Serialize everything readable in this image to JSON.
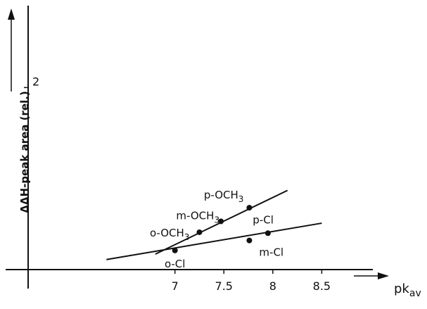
{
  "chart_data": {
    "type": "scatter",
    "xlabel": "pk",
    "xlabel_sub": "av",
    "ylabel": "ΔΔH-peak area (rel.)",
    "xlim": [
      5.5,
      8.95
    ],
    "ylim": [
      0.0,
      2.9
    ],
    "x_ticks": [
      {
        "value": 7,
        "label": "7"
      },
      {
        "value": 7.5,
        "label": "7.5"
      },
      {
        "value": 8,
        "label": "8"
      },
      {
        "value": 8.5,
        "label": "8.5"
      }
    ],
    "y_ticks": [
      {
        "value": 2,
        "label": "2"
      }
    ],
    "points": [
      {
        "x": 7.0,
        "y": 0.21,
        "label": "o-Cl"
      },
      {
        "x": 7.25,
        "y": 0.41,
        "label": "o-OCH",
        "sub": "3"
      },
      {
        "x": 7.47,
        "y": 0.53,
        "label": "m-OCH",
        "sub": "3"
      },
      {
        "x": 7.76,
        "y": 0.68,
        "label": "p-OCH",
        "sub": "3"
      },
      {
        "x": 7.76,
        "y": 0.32,
        "label": "m-Cl"
      },
      {
        "x": 7.95,
        "y": 0.4,
        "label": "p-Cl"
      }
    ],
    "fit_lines": [
      {
        "x": [
          6.8,
          8.15
        ],
        "y": [
          0.17,
          0.87
        ]
      },
      {
        "x": [
          6.3,
          8.5
        ],
        "y": [
          0.11,
          0.51
        ]
      }
    ]
  }
}
